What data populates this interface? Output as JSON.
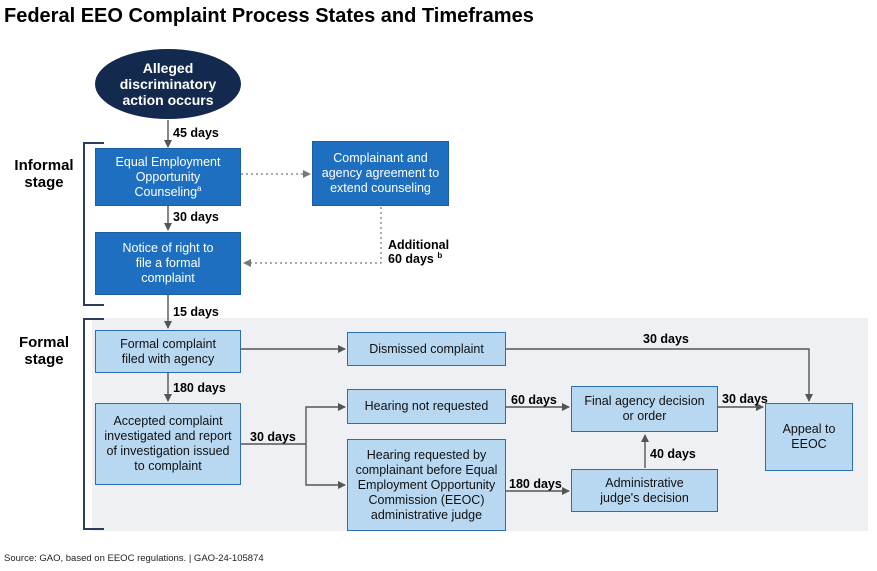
{
  "title": "Federal EEO Complaint Process States and Timeframes",
  "stages": {
    "informal_line1": "Informal",
    "informal_line2": "stage",
    "formal_line1": "Formal",
    "formal_line2": "stage"
  },
  "nodes": {
    "start": {
      "line1": "Alleged",
      "line2": "discriminatory",
      "line3": "action occurs"
    },
    "counseling": {
      "text": "Equal Employment Opportunity Counseling",
      "note": "a"
    },
    "extend": {
      "text": "Complainant and agency agreement to extend counseling"
    },
    "notice": {
      "text": "Notice of right to file a formal complaint"
    },
    "formal_complaint": {
      "text": "Formal complaint filed with agency"
    },
    "dismissed": {
      "text": "Dismissed complaint"
    },
    "accepted": {
      "text": "Accepted complaint investigated and report of investigation issued to complaint"
    },
    "hearing_not": {
      "text": "Hearing not requested"
    },
    "hearing_req": {
      "text": "Hearing requested by complainant before Equal Employment Opportunity Commission (EEOC) administrative judge"
    },
    "final_decision": {
      "text": "Final agency decision or order"
    },
    "admin_judge": {
      "text": "Administrative judge's decision"
    },
    "appeal": {
      "text": "Appeal to EEOC"
    }
  },
  "timeframes": {
    "t45": "45 days",
    "t30a": "30 days",
    "additional_line1": "Additional",
    "additional_line2": "60 days",
    "additional_note": "b",
    "t15": "15 days",
    "t180a": "180 days",
    "t30b": "30 days",
    "t30c": "30 days",
    "t60": "60 days",
    "t180b": "180 days",
    "t40": "40 days",
    "t30d": "30 days"
  },
  "source": "Source: GAO, based on EEOC regulations.  |  GAO-24-105874"
}
